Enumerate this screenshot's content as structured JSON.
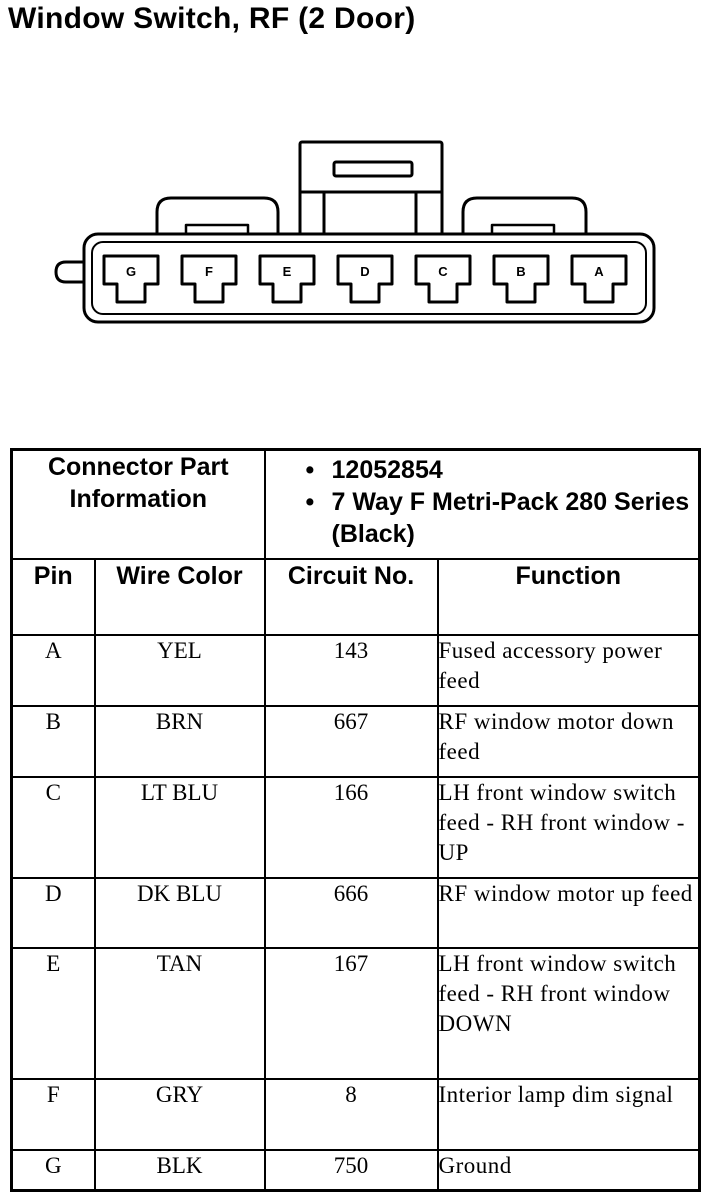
{
  "title": "Window Switch, RF (2 Door)",
  "connector": {
    "cavities": [
      "G",
      "F",
      "E",
      "D",
      "C",
      "B",
      "A"
    ]
  },
  "table": {
    "info_label": "Connector Part Information",
    "info_items": [
      "12052854",
      "7 Way F Metri-Pack 280 Series (Black)"
    ],
    "headers": {
      "pin": "Pin",
      "wire_color": "Wire Color",
      "circuit": "Circuit No.",
      "function": "Function"
    },
    "rows": [
      {
        "pin": "A",
        "color": "YEL",
        "circuit": "143",
        "function": "Fused accessory power feed"
      },
      {
        "pin": "B",
        "color": "BRN",
        "circuit": "667",
        "function": "RF window motor down feed"
      },
      {
        "pin": "C",
        "color": "LT BLU",
        "circuit": "166",
        "function": "LH front window switch feed - RH front window - UP"
      },
      {
        "pin": "D",
        "color": "DK BLU",
        "circuit": "666",
        "function": "RF window motor up feed"
      },
      {
        "pin": "E",
        "color": "TAN",
        "circuit": "167",
        "function": "LH front window switch feed - RH front window DOWN"
      },
      {
        "pin": "F",
        "color": "GRY",
        "circuit": "8",
        "function": "Interior lamp dim signal"
      },
      {
        "pin": "G",
        "color": "BLK",
        "circuit": "750",
        "function": "Ground"
      }
    ]
  }
}
